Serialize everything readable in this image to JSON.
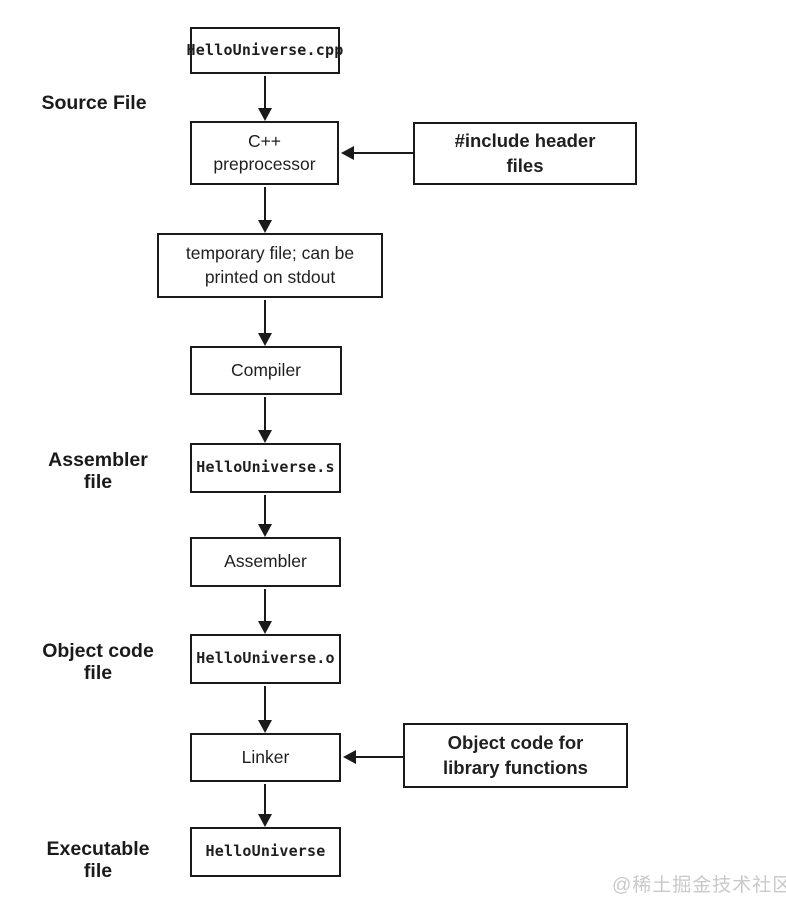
{
  "diagram": {
    "title_semantic": "C++ compilation process flowchart",
    "nodes": {
      "source_file": {
        "label": "HelloUniverse.cpp"
      },
      "preprocessor": {
        "line1": "C++",
        "line2": "preprocessor"
      },
      "include_header": {
        "line1": "#include header",
        "line2": "files"
      },
      "temp_file": {
        "line1": "temporary file; can be",
        "line2": "printed on stdout"
      },
      "compiler": {
        "label": "Compiler"
      },
      "assembler_file": {
        "label": "HelloUniverse.s"
      },
      "assembler": {
        "label": "Assembler"
      },
      "object_file": {
        "label": "HelloUniverse.o"
      },
      "linker": {
        "label": "Linker"
      },
      "object_lib": {
        "line1": "Object code for",
        "line2": "library functions"
      },
      "executable": {
        "label": "HelloUniverse"
      }
    },
    "side_labels": {
      "source": {
        "line1": "Source File"
      },
      "assembler": {
        "line1": "Assembler",
        "line2": "file"
      },
      "object": {
        "line1": "Object code",
        "line2": "file"
      },
      "executable": {
        "line1": "Executable",
        "line2": "file"
      }
    },
    "watermark": "@稀土掘金技术社区",
    "colors": {
      "border": "#1a1a1a",
      "text": "#1f1f1f",
      "background": "#ffffff",
      "watermark": "#c9c9c9"
    }
  }
}
